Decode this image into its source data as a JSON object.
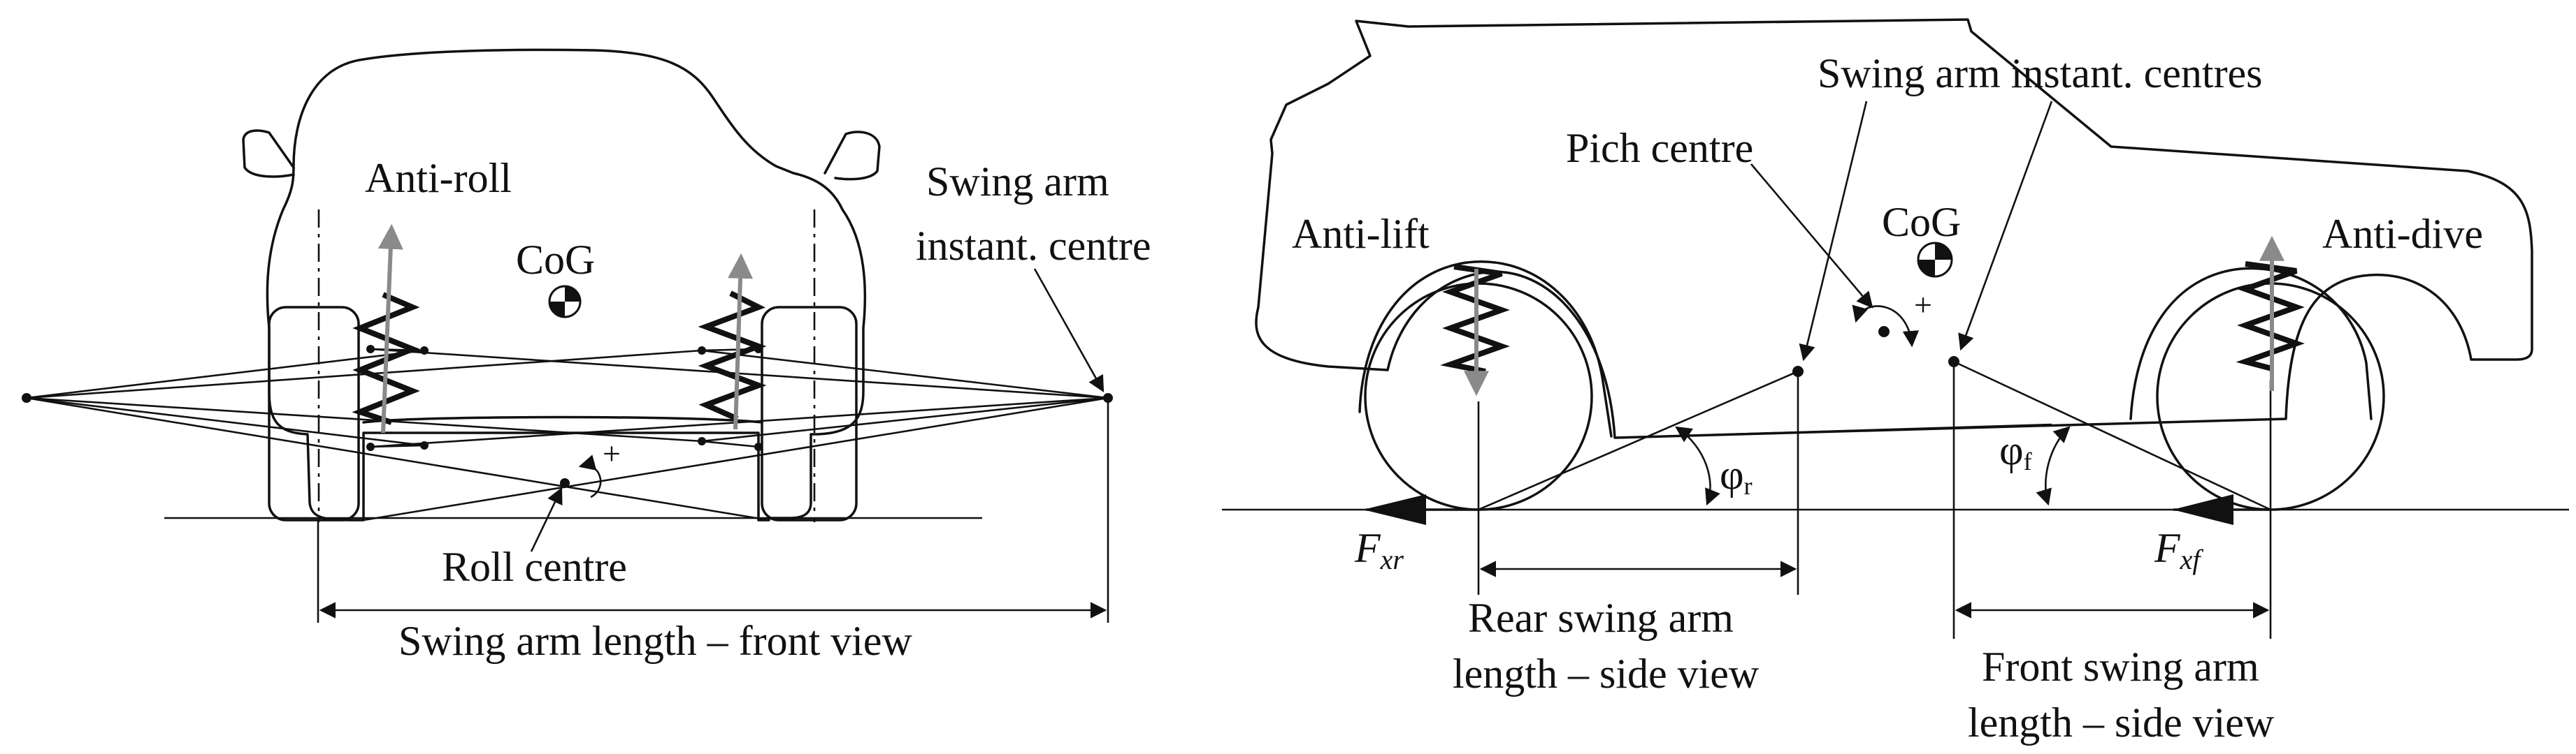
{
  "front_view": {
    "anti_roll": "Anti-roll",
    "cog": "CoG",
    "swing_arm_centre_line1": "Swing arm",
    "swing_arm_centre_line2": "instant. centre",
    "roll_centre": "Roll centre",
    "swing_arm_length": "Swing arm length – front view",
    "plus": "+"
  },
  "side_view": {
    "swing_arm_centres": "Swing arm instant. centres",
    "pitch_centre": "Pich centre",
    "cog": "CoG",
    "plus": "+",
    "anti_lift": "Anti-lift",
    "anti_dive": "Anti-dive",
    "phi_r_base": "φ",
    "phi_r_sub": "r",
    "phi_f_base": "φ",
    "phi_f_sub": "f",
    "fxr_base": "F",
    "fxr_sub": "xr",
    "fxf_base": "F",
    "fxf_sub": "xf",
    "rear_length_line1": "Rear swing arm",
    "rear_length_line2": "length – side view",
    "front_length_line1": "Front swing arm",
    "front_length_line2": "length – side view"
  },
  "colors": {
    "line": "#111111",
    "force_arrow_grey": "#8a8a8a"
  }
}
